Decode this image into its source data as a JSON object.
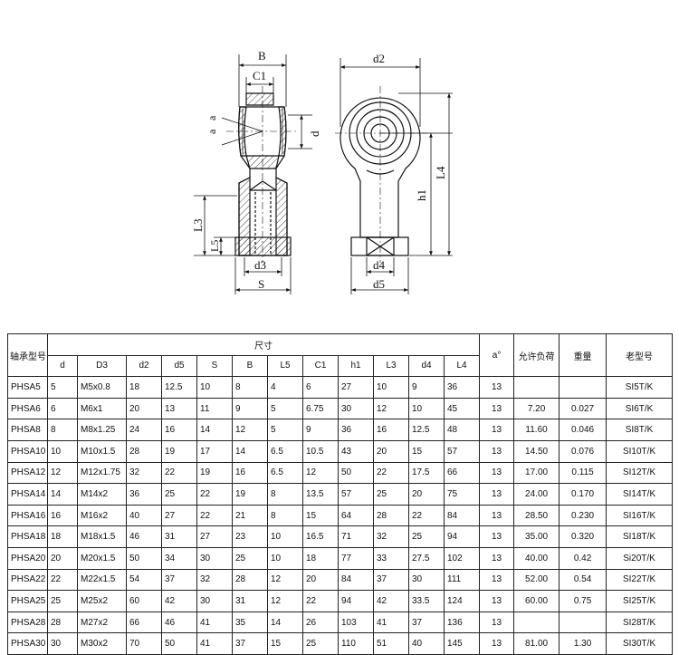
{
  "drawing": {
    "labels": {
      "B": "B",
      "C1": "C1",
      "a": "a",
      "d": "d",
      "L3": "L3",
      "L5": "L5",
      "d3": "d3",
      "S": "S",
      "d2": "d2",
      "h1": "h1",
      "L4": "L4",
      "d4": "d4",
      "d5": "d5"
    }
  },
  "table": {
    "header_model": "轴承型号",
    "header_dims": "尺寸",
    "header_angle": "a°",
    "header_load": "允许负荷",
    "header_weight": "重量",
    "header_old": "老型号",
    "dim_columns": [
      "d",
      "D3",
      "d2",
      "d5",
      "S",
      "B",
      "L5",
      "C1",
      "h1",
      "L3",
      "d4",
      "L4"
    ],
    "rows": [
      {
        "model": "PHSA5",
        "vals": [
          "5",
          "M5x0.8",
          "18",
          "12.5",
          "10",
          "8",
          "4",
          "6",
          "27",
          "10",
          "9",
          "36"
        ],
        "a": "13",
        "load": "",
        "weight": "",
        "old": "SI5T/K"
      },
      {
        "model": "PHSA6",
        "vals": [
          "6",
          "M6x1",
          "20",
          "13",
          "11",
          "9",
          "5",
          "6.75",
          "30",
          "12",
          "10",
          "45"
        ],
        "a": "13",
        "load": "7.20",
        "weight": "0.027",
        "old": "SI6T/K"
      },
      {
        "model": "PHSA8",
        "vals": [
          "8",
          "M8x1.25",
          "24",
          "16",
          "14",
          "12",
          "5",
          "9",
          "36",
          "16",
          "12.5",
          "48"
        ],
        "a": "13",
        "load": "11.60",
        "weight": "0.046",
        "old": "SI8T/K"
      },
      {
        "model": "PHSA10",
        "vals": [
          "10",
          "M10x1.5",
          "28",
          "19",
          "17",
          "14",
          "6.5",
          "10.5",
          "43",
          "20",
          "15",
          "57"
        ],
        "a": "13",
        "load": "14.50",
        "weight": "0.076",
        "old": "SI10T/K"
      },
      {
        "model": "PHSA12",
        "vals": [
          "12",
          "M12x1.75",
          "32",
          "22",
          "19",
          "16",
          "6.5",
          "12",
          "50",
          "22",
          "17.5",
          "66"
        ],
        "a": "13",
        "load": "17.00",
        "weight": "0.115",
        "old": "SI12T/K"
      },
      {
        "model": "PHSA14",
        "vals": [
          "14",
          "M14x2",
          "36",
          "25",
          "22",
          "19",
          "8",
          "13.5",
          "57",
          "25",
          "20",
          "75"
        ],
        "a": "13",
        "load": "24.00",
        "weight": "0.170",
        "old": "SI14T/K"
      },
      {
        "model": "PHSA16",
        "vals": [
          "16",
          "M16x2",
          "40",
          "27",
          "22",
          "21",
          "8",
          "15",
          "64",
          "28",
          "22",
          "84"
        ],
        "a": "13",
        "load": "28.50",
        "weight": "0.230",
        "old": "SI16T/K"
      },
      {
        "model": "PHSA18",
        "vals": [
          "18",
          "M18x1.5",
          "46",
          "31",
          "27",
          "23",
          "10",
          "16.5",
          "71",
          "32",
          "25",
          "94"
        ],
        "a": "13",
        "load": "35.00",
        "weight": "0.320",
        "old": "SI18T/K"
      },
      {
        "model": "PHSA20",
        "vals": [
          "20",
          "M20x1.5",
          "50",
          "34",
          "30",
          "25",
          "10",
          "18",
          "77",
          "33",
          "27.5",
          "102"
        ],
        "a": "13",
        "load": "40.00",
        "weight": "0.42",
        "old": "Si20T/K"
      },
      {
        "model": "PHSA22",
        "vals": [
          "22",
          "M22x1.5",
          "54",
          "37",
          "32",
          "28",
          "12",
          "20",
          "84",
          "37",
          "30",
          "111"
        ],
        "a": "13",
        "load": "52.00",
        "weight": "0.54",
        "old": "SI22T/K"
      },
      {
        "model": "PHSA25",
        "vals": [
          "25",
          "M25x2",
          "60",
          "42",
          "30",
          "31",
          "12",
          "22",
          "94",
          "42",
          "33.5",
          "124"
        ],
        "a": "13",
        "load": "60.00",
        "weight": "0.75",
        "old": "SI25T/K"
      },
      {
        "model": "PHSA28",
        "vals": [
          "28",
          "M27x2",
          "66",
          "46",
          "41",
          "35",
          "14",
          "26",
          "103",
          "41",
          "37",
          "136"
        ],
        "a": "13",
        "load": "",
        "weight": "",
        "old": "SI28T/K"
      },
      {
        "model": "PHSA30",
        "vals": [
          "30",
          "M30x2",
          "70",
          "50",
          "41",
          "37",
          "15",
          "25",
          "110",
          "51",
          "40",
          "145"
        ],
        "a": "13",
        "load": "81.00",
        "weight": "1.30",
        "old": "SI30T/K"
      }
    ]
  }
}
